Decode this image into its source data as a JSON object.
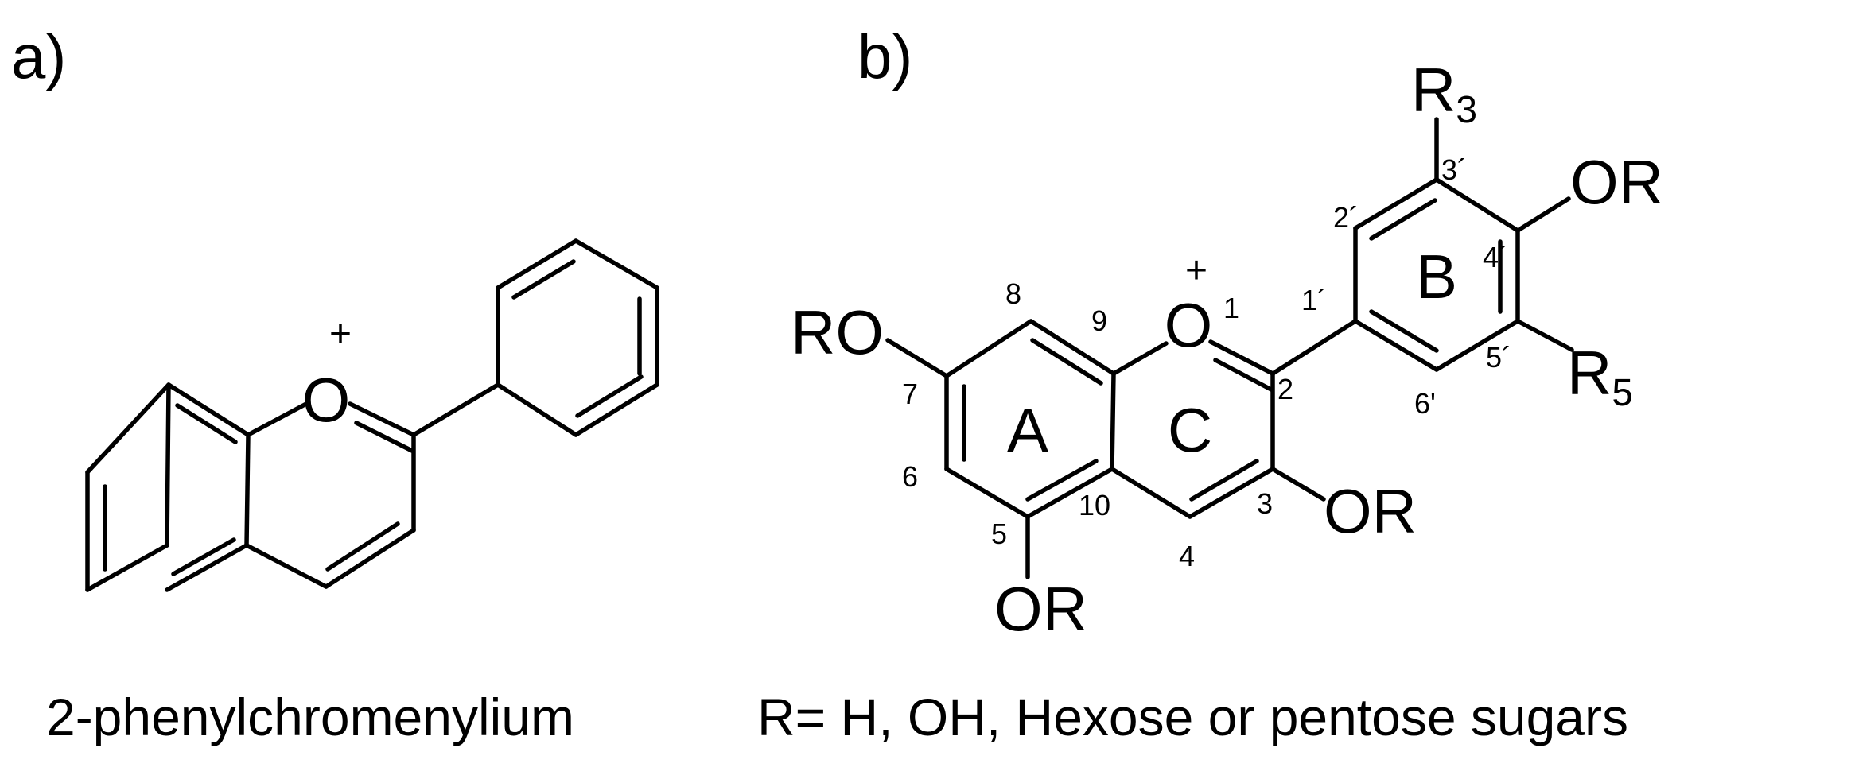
{
  "panel_a": {
    "label": "a)",
    "ring_oxygen": "O",
    "charge": "+",
    "caption": "2-phenylchromenylium"
  },
  "panel_b": {
    "label": "b)",
    "ring_oxygen": "O",
    "charge": "+",
    "ring_labels": {
      "a": "A",
      "b": "B",
      "c": "C"
    },
    "substituents": {
      "or_7": "RO",
      "or_3": "OR",
      "or_5": "OR",
      "or_4p": "OR",
      "r3_main": "R",
      "r3_sub": "3",
      "r5_main": "R",
      "r5_sub": "5"
    },
    "positions": {
      "p1": "1",
      "p2": "2",
      "p3": "3",
      "p4": "4",
      "p5": "5",
      "p6": "6",
      "p7": "7",
      "p8": "8",
      "p9": "9",
      "p10": "10",
      "p1p": "1´",
      "p2p": "2´",
      "p3p": "3´",
      "p4p": "4´",
      "p5p": "5´",
      "p6p": "6'"
    },
    "caption": "R= H, OH, Hexose or pentose sugars"
  }
}
